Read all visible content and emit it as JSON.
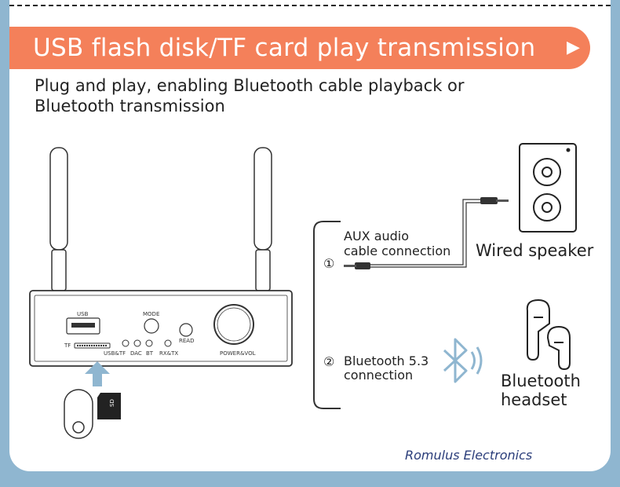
{
  "banner": {
    "title": "USB flash disk/TF card play transmission",
    "arrow_icon": "play-triangle"
  },
  "intro": "Plug and play, enabling Bluetooth cable playback or Bluetooth transmission",
  "device": {
    "labels": {
      "usb": "USB",
      "tf": "TF",
      "mode": "MODE",
      "read": "READ",
      "usb_tf": "USB&TF",
      "dac": "DAC",
      "bt": "BT",
      "rxtx": "RX&TX",
      "power": "POWER&VOL"
    }
  },
  "connections": [
    {
      "number": "①",
      "text_line1": "AUX audio",
      "text_line2": "cable connection",
      "target": "Wired speaker"
    },
    {
      "number": "②",
      "text_line1": "Bluetooth 5.3",
      "text_line2": "connection",
      "target_line1": "Bluetooth",
      "target_line2": "headset"
    }
  ],
  "footer": {
    "brand": "Romulus Electronics"
  },
  "colors": {
    "banner": "#f4805a",
    "frame": "#8fb6d0",
    "upload_arrow": "#8fb6d0",
    "bluetooth_icon": "#8fb6d0"
  }
}
